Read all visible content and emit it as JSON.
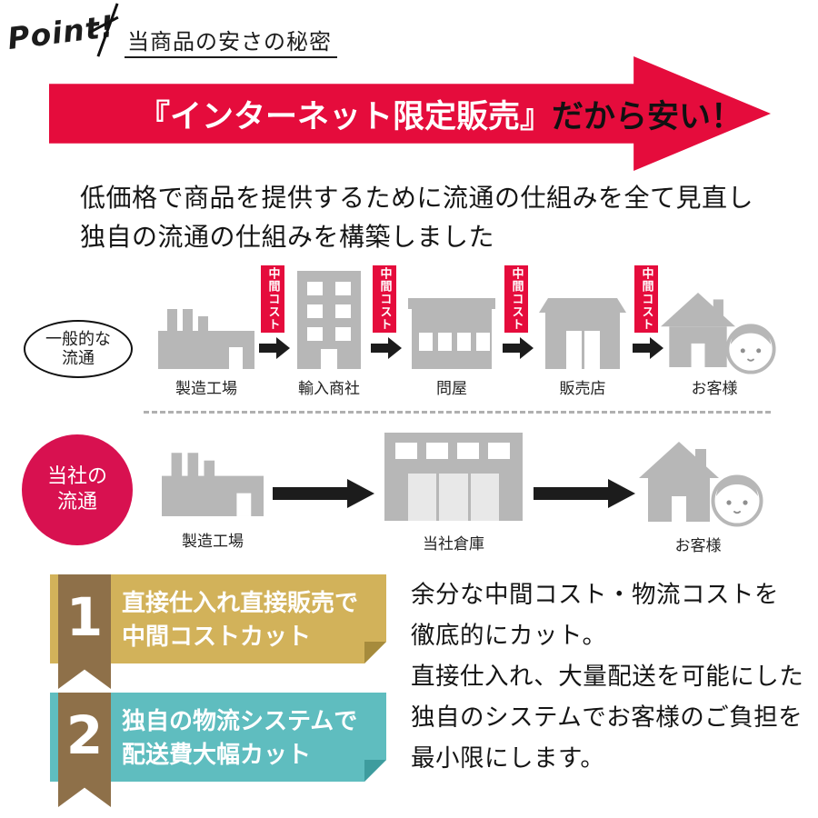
{
  "colors": {
    "accent_red": "#e50c3c",
    "badge_red": "#d81150",
    "icon_gray": "#b7b7b7",
    "point1_gold": "#d2b25a",
    "point2_teal": "#5fbdbf",
    "ribbon_brown": "#8e7049",
    "arrow_black": "#1c1c1c"
  },
  "icons": {
    "factory": "factory-icon",
    "office_building": "office-building-icon",
    "wholesaler": "wholesaler-building-icon",
    "store": "store-icon",
    "house": "house-icon",
    "customer_face": "customer-face-icon",
    "warehouse": "warehouse-icon",
    "arrow": "right-arrow-icon"
  },
  "header": {
    "point": "Point!",
    "title": "当商品の安さの秘密"
  },
  "banner": {
    "highlight": "『インターネット限定販売』",
    "suffix": "だから安い！"
  },
  "intro": {
    "line1": "低価格で商品を提供するために流通の仕組みを全て見直し",
    "line2": "独自の流通の仕組みを構築しました"
  },
  "general_flow": {
    "badge": {
      "line1": "一般的な",
      "line2": "流通"
    },
    "cost_tag": "中間コスト",
    "steps": [
      {
        "label": "製造工場",
        "icon": "factory-icon"
      },
      {
        "label": "輸入商社",
        "icon": "office-building-icon"
      },
      {
        "label": "問屋",
        "icon": "wholesaler-building-icon"
      },
      {
        "label": "販売店",
        "icon": "store-icon"
      },
      {
        "label": "お客様",
        "icon": "house-icon"
      }
    ]
  },
  "our_flow": {
    "badge": {
      "line1": "当社の",
      "line2": "流通"
    },
    "steps": [
      {
        "label": "製造工場",
        "icon": "factory-icon"
      },
      {
        "label": "当社倉庫",
        "icon": "warehouse-icon"
      },
      {
        "label": "お客様",
        "icon": "house-icon"
      }
    ]
  },
  "points": [
    {
      "number": "1",
      "line1": "直接仕入れ直接販売で",
      "line2": "中間コストカット"
    },
    {
      "number": "2",
      "line1": "独自の物流システムで",
      "line2": "配送費大幅カット"
    }
  ],
  "description": {
    "line1": "余分な中間コスト・物流コストを",
    "line2": "徹底的にカット。",
    "line3": "直接仕入れ、大量配送を可能にした",
    "line4": "独自のシステムでお客様のご負担を",
    "line5": "最小限にします。"
  }
}
